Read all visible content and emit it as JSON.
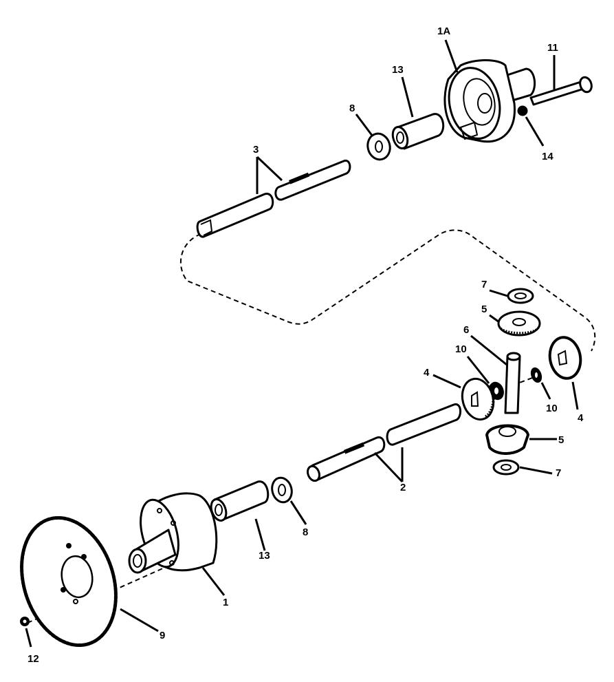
{
  "diagram": {
    "type": "exploded-parts-view",
    "subject": "differential / axle drive assembly",
    "colors": {
      "ink": "#000000",
      "background": "#ffffff"
    },
    "callouts": [
      {
        "id": "c1A",
        "text": "1A",
        "part": "differential-housing-upper"
      },
      {
        "id": "c11",
        "text": "11",
        "part": "bolt"
      },
      {
        "id": "c14",
        "text": "14",
        "part": "nut"
      },
      {
        "id": "c13a",
        "text": "13",
        "part": "spacer-sleeve-upper"
      },
      {
        "id": "c8a",
        "text": "8",
        "part": "washer-upper"
      },
      {
        "id": "c3",
        "text": "3",
        "part": "axle-shaft-upper"
      },
      {
        "id": "c7a",
        "text": "7",
        "part": "thrust-washer-top"
      },
      {
        "id": "c5a",
        "text": "5",
        "part": "bevel-gear-top"
      },
      {
        "id": "c6",
        "text": "6",
        "part": "cross-pin"
      },
      {
        "id": "c10a",
        "text": "10",
        "part": "spacer-left"
      },
      {
        "id": "c4a",
        "text": "4",
        "part": "side-gear-left"
      },
      {
        "id": "c10b",
        "text": "10",
        "part": "spacer-right"
      },
      {
        "id": "c4b",
        "text": "4",
        "part": "side-gear-right"
      },
      {
        "id": "c5b",
        "text": "5",
        "part": "bevel-gear-bottom"
      },
      {
        "id": "c7b",
        "text": "7",
        "part": "thrust-washer-bottom"
      },
      {
        "id": "c2",
        "text": "2",
        "part": "axle-shaft-lower"
      },
      {
        "id": "c8b",
        "text": "8",
        "part": "washer-lower"
      },
      {
        "id": "c13b",
        "text": "13",
        "part": "spacer-sleeve-lower"
      },
      {
        "id": "c1",
        "text": "1",
        "part": "differential-housing-lower"
      },
      {
        "id": "c9",
        "text": "9",
        "part": "sprocket"
      },
      {
        "id": "c12",
        "text": "12",
        "part": "nut-sprocket"
      }
    ]
  }
}
